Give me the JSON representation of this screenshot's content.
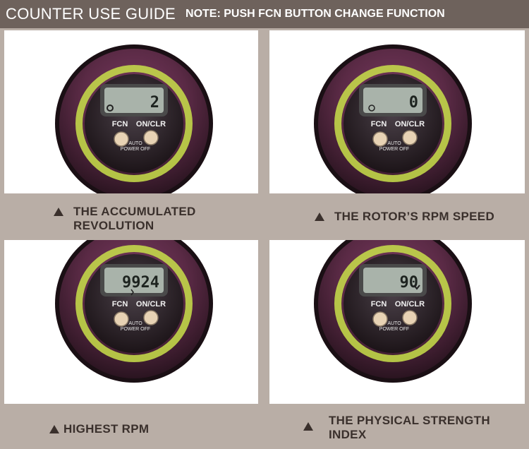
{
  "header": {
    "title": "COUNTER USE GUIDE",
    "note": "NOTE: PUSH FCN BUTTON CHANGE FUNCTION"
  },
  "device_labels": {
    "fcn": "FCN",
    "onclr": "ON/CLR",
    "auto": "AUTO",
    "power_off": "POWER OFF"
  },
  "panels": [
    {
      "display": "2",
      "caption": "THE  ACCUMULATED REVOLUTION",
      "indicator": "gear-icon"
    },
    {
      "display": "0",
      "caption": "THE ROTOR’S RPM SPEED",
      "indicator": "ring-icon"
    },
    {
      "display": "9924",
      "caption": "HIGHEST RPM",
      "indicator": "wave-icon"
    },
    {
      "display": "90",
      "caption": "THE PHYSICAL STRENGTH INDEX",
      "indicator": "heart-icon"
    }
  ],
  "colors": {
    "header_bg": "#6e625c",
    "body_bg": "#b9aea6",
    "shell_dark": "#2a1420",
    "shell_mid": "#5a2a45",
    "glow_ring": "#c9e04a",
    "lcd": "#a9b3aa",
    "button": "#e7d2b4"
  }
}
